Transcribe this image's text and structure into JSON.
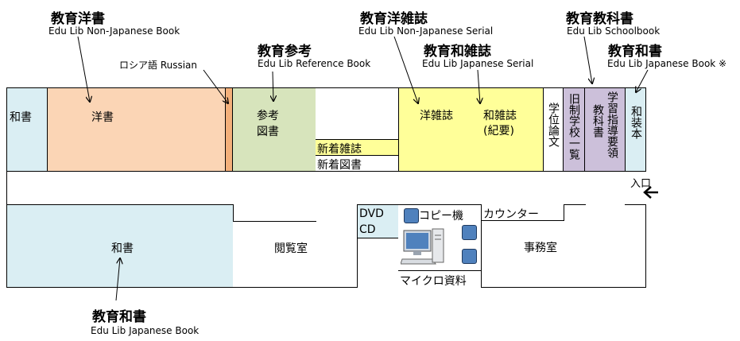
{
  "annotations": {
    "edu_foreign": {
      "title": "教育洋書",
      "subtitle": "Edu Lib Non-Japanese Book"
    },
    "russian": {
      "text": "ロシア語  Russian"
    },
    "edu_reference": {
      "title": "教育参考",
      "subtitle": "Edu Lib Reference Book"
    },
    "edu_foreign_serial": {
      "title": "教育洋雑誌",
      "subtitle": "Edu Lib Non-Japanese Serial"
    },
    "edu_japanese_serial": {
      "title": "教育和雑誌",
      "subtitle": "Edu Lib Japanese Serial"
    },
    "edu_textbook": {
      "title": "教育教科書",
      "subtitle": "Edu Lib Schoolbook"
    },
    "edu_japanese_book_top": {
      "title": "教育和書",
      "subtitle": "Edu Lib Japanese Book ※"
    },
    "edu_japanese_book_bottom": {
      "title": "教育和書",
      "subtitle": "Edu Lib Japanese Book"
    }
  },
  "rooms": {
    "japanese_books_left": "和書",
    "foreign_books": "洋書",
    "reference_books_l1": "参考",
    "reference_books_l2": "図書",
    "new_journals": "新着雑誌",
    "new_books": "新着図書",
    "foreign_journals": "洋雑誌",
    "japanese_journals_l1": "和雑誌",
    "japanese_journals_l2": "(紀要)",
    "theses": "学位論文",
    "old_school_list": "旧制学校一覧",
    "guidance_textbooks_l1": "学習指導要領",
    "guidance_textbooks_l2": "教科書",
    "japanese_bound_books": "和装本",
    "entrance": "入口",
    "japanese_books_main": "和書",
    "reading_room": "閲覧室",
    "dvd": "DVD",
    "cd": "CD",
    "copier": "コピー機",
    "microfilm": "マイクロ資料",
    "counter": "カウンター",
    "office": "事務室"
  },
  "colors": {
    "japanese_books": "#daeef3",
    "foreign_books": "#fbd5b5",
    "russian_strip": "#f3b07b",
    "reference": "#d7e4bc",
    "journals": "#ffff99",
    "guidance": "#ccc0da",
    "copier_blue": "#4f81bd"
  }
}
